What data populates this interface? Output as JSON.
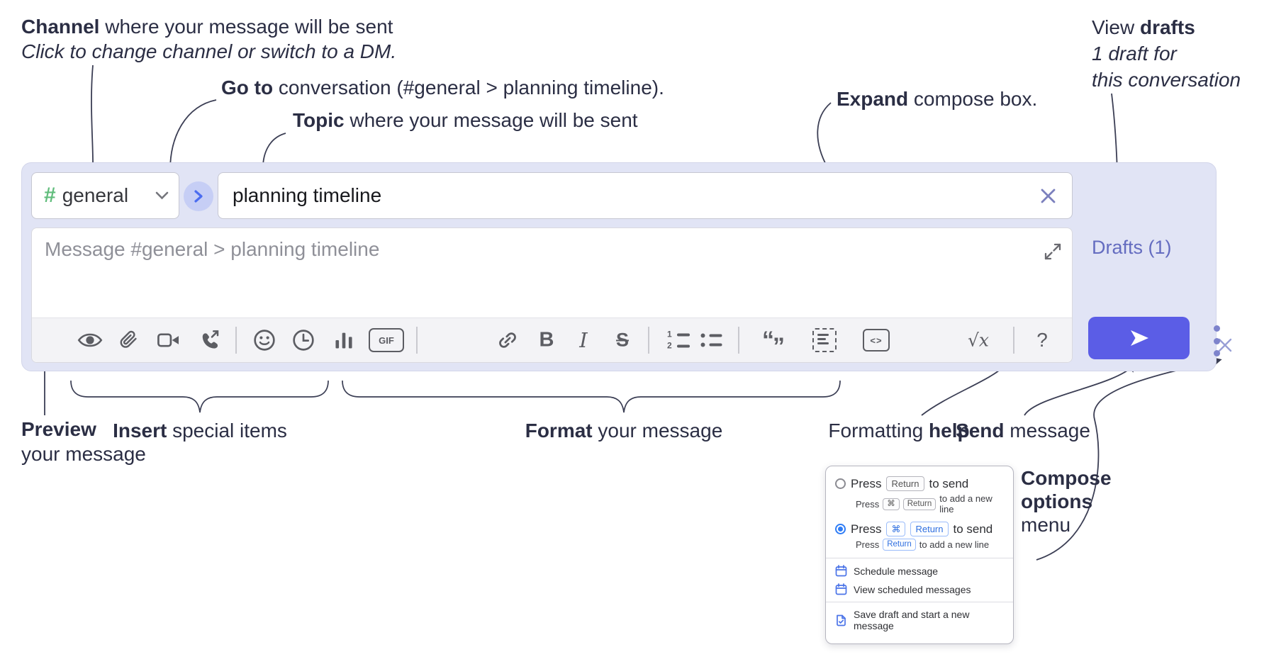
{
  "annotations": {
    "channel": {
      "bold": "Channel",
      "rest": " where your message will be sent",
      "line2": "Click to change channel or switch to a DM."
    },
    "go_to": {
      "bold": "Go to",
      "rest": " conversation (#general > planning timeline)."
    },
    "topic": {
      "bold": "Topic",
      "rest": " where your message will be sent"
    },
    "expand": {
      "bold": "Expand",
      "rest": " compose box."
    },
    "view_drafts": {
      "prefix": "View ",
      "bold": "drafts",
      "line2": "1 draft for",
      "line3": "this conversation"
    },
    "preview": {
      "bold": "Preview",
      "line2": "your message"
    },
    "insert": {
      "bold": "Insert",
      "rest": " special items"
    },
    "format": {
      "bold": "Format",
      "rest": " your message"
    },
    "formatting_help": {
      "prefix": "Formatting ",
      "bold": "help"
    },
    "send": {
      "bold": "Send",
      "rest": " message"
    },
    "compose_options": {
      "line1": "Compose",
      "line2": "options",
      "line3": "menu"
    }
  },
  "compose_box": {
    "channel_selector": {
      "hash": "#",
      "name": "general",
      "chevron_icon": "chevron-down-icon"
    },
    "go_to_button_icon": "chevron-right-icon",
    "topic_input": {
      "value": "planning timeline"
    },
    "message_input": {
      "placeholder": "Message #general > planning timeline"
    },
    "drafts_link": "Drafts (1)",
    "toolbar": {
      "icon_names": [
        "preview-eye",
        "attach-paperclip",
        "video-call",
        "audio-call",
        "emoji",
        "time",
        "poll",
        "gif",
        "link",
        "bold",
        "italic",
        "strikethrough",
        "numbered-list",
        "bulleted-list",
        "quote",
        "spoiler",
        "code",
        "math",
        "help"
      ],
      "gif": "GIF",
      "bold": "B",
      "italic": "I",
      "strike": "S",
      "code": "<>",
      "math": "√x",
      "help": "?",
      "quote_open": "“",
      "quote_close": "”",
      "ol1": "1",
      "ol2": "2"
    }
  },
  "compose_menu": {
    "press": "Press",
    "to_send": "to send",
    "to_add_new_line": "to add a new line",
    "key_return": "Return",
    "key_cmd": "⌘",
    "items": {
      "schedule": "Schedule message",
      "view_scheduled": "View scheduled messages",
      "save_draft": "Save draft and start a new message"
    }
  },
  "colors": {
    "accent_send": "#5b5de6",
    "box_bg": "#e1e4f5",
    "drafts_link": "#646cc0",
    "hash_green": "#61bd7c",
    "radio_selected": "#2f7df6",
    "annotation_text": "#2b2e44"
  }
}
